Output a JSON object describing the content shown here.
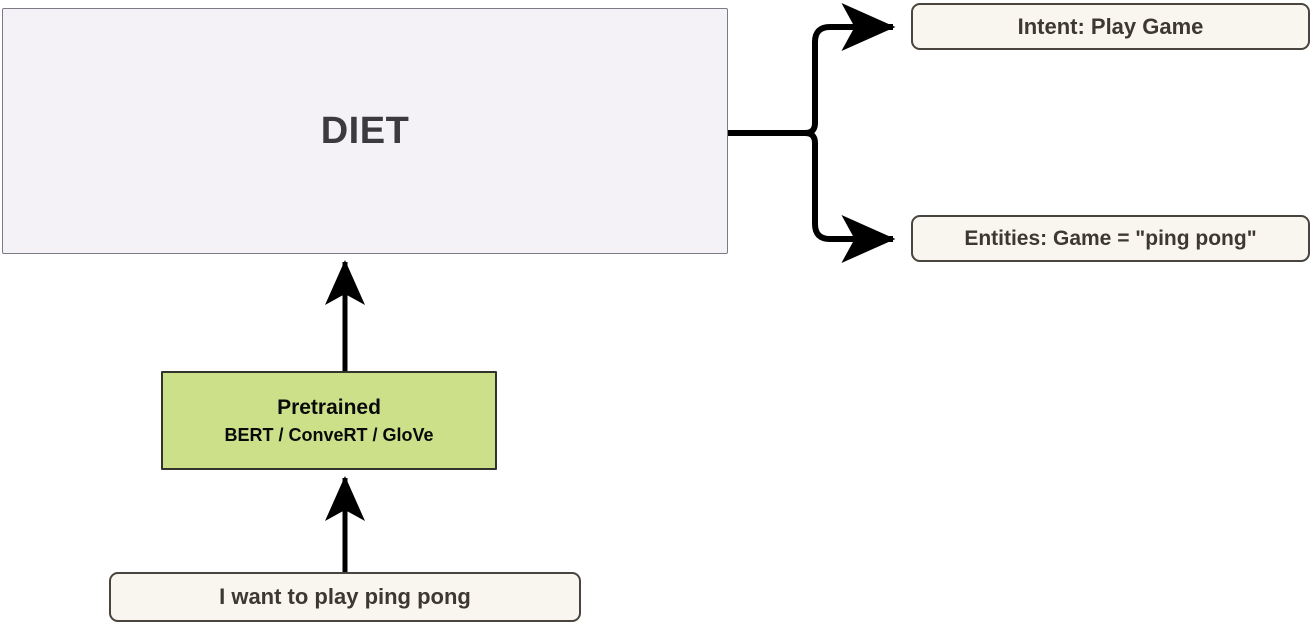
{
  "diagram": {
    "title": "DIET NLU pipeline flow",
    "colors": {
      "model_box_fill": "#f4f2f7",
      "model_box_border": "#7b7b85",
      "pretrained_fill": "#cce08a",
      "pretrained_border": "#33332e",
      "cream_fill": "#f9f5ef",
      "cream_border": "#4a443e",
      "text_dark": "#3d3831",
      "edge_color": "#000000"
    },
    "nodes": {
      "model": {
        "label": "DIET"
      },
      "pretrained": {
        "title": "Pretrained",
        "subtitle": "BERT / ConveRT / GloVe"
      },
      "utterance": {
        "label": "I want to play ping pong"
      },
      "intent": {
        "label": "Intent: Play Game"
      },
      "entities": {
        "label": "Entities: Game = \"ping pong\""
      }
    },
    "edges": [
      {
        "name": "utterance-to-pretrained",
        "from": "utterance",
        "to": "pretrained",
        "style": "arrow-up"
      },
      {
        "name": "pretrained-to-model",
        "from": "pretrained",
        "to": "model",
        "style": "arrow-up"
      },
      {
        "name": "model-to-intent",
        "from": "model",
        "to": "intent",
        "style": "elbow-arrow-right"
      },
      {
        "name": "model-to-entities",
        "from": "model",
        "to": "entities",
        "style": "elbow-arrow-right"
      }
    ]
  }
}
